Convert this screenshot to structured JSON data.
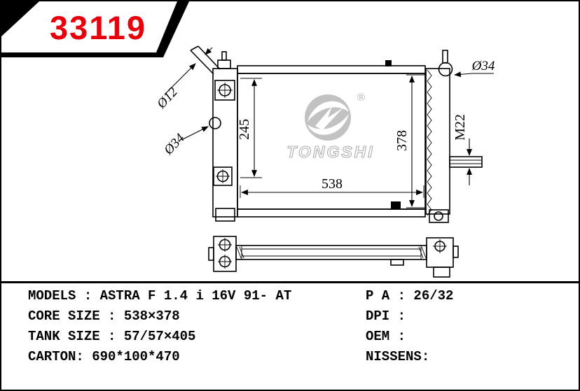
{
  "badge": {
    "part_number": "33119"
  },
  "drawing": {
    "watermark": {
      "brand": "TONGSHI",
      "registered_mark": "®"
    },
    "dimensions": {
      "inlet_pipe": "Ø12",
      "left_filler": "Ø34",
      "mount_pitch": "245",
      "core_width": "538",
      "core_height": "378",
      "outlet_pipe": "Ø34",
      "thread": "M22"
    }
  },
  "specs": {
    "left": [
      "MODELS : ASTRA F 1.4 i 16V 91- AT",
      "CORE SIZE : 538×378",
      "TANK SIZE : 57/57×405",
      "CARTON: 690*100*470"
    ],
    "right": [
      "P A : 26/32",
      "DPI :",
      "OEM :",
      "NISSENS:"
    ]
  },
  "colors": {
    "accent_red": "#e8000d",
    "line_black": "#000000",
    "watermark_gray": "#a8a8a8"
  }
}
